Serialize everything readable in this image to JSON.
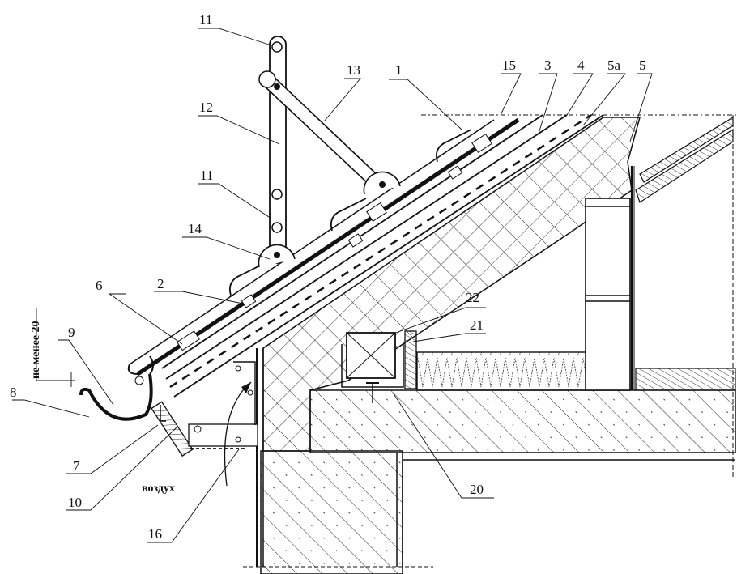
{
  "diagram": {
    "type": "architectural section",
    "subject": "roof eave with snow guard and gutter",
    "background": "#ffffff",
    "ink": "#111111"
  },
  "labels": {
    "l1": "1",
    "l2": "2",
    "l3": "3",
    "l4": "4",
    "l5": "5",
    "l5a": "5a",
    "l6": "6",
    "l7": "7",
    "l8": "8",
    "l9": "9",
    "l10": "10",
    "l11a": "11",
    "l11b": "11",
    "l12": "12",
    "l13": "13",
    "l14": "14",
    "l15": "15",
    "l16": "16",
    "l20": "20",
    "l21": "21",
    "l22": "22"
  },
  "annotations": {
    "min_dimension": "не менее 20",
    "air": "воздух"
  }
}
